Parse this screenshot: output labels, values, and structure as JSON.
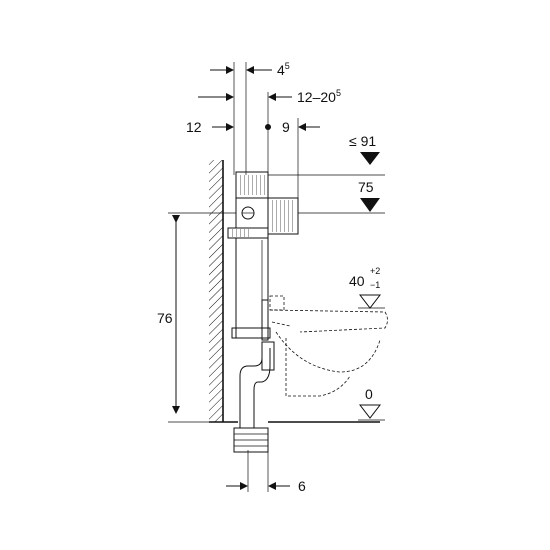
{
  "dimensions": {
    "top_4": {
      "base": "4",
      "sup": "5"
    },
    "top_12_20": {
      "base": "12–20",
      "sup": "5"
    },
    "left_12": "12",
    "right_9": "9",
    "height_76": "76",
    "bottom_6": "6"
  },
  "levels": {
    "lte_91": "≤ 91",
    "h_75": "75",
    "h_40": {
      "base": "40",
      "sup_top": "+2",
      "sup_bottom": "−1"
    },
    "h_0": "0"
  }
}
